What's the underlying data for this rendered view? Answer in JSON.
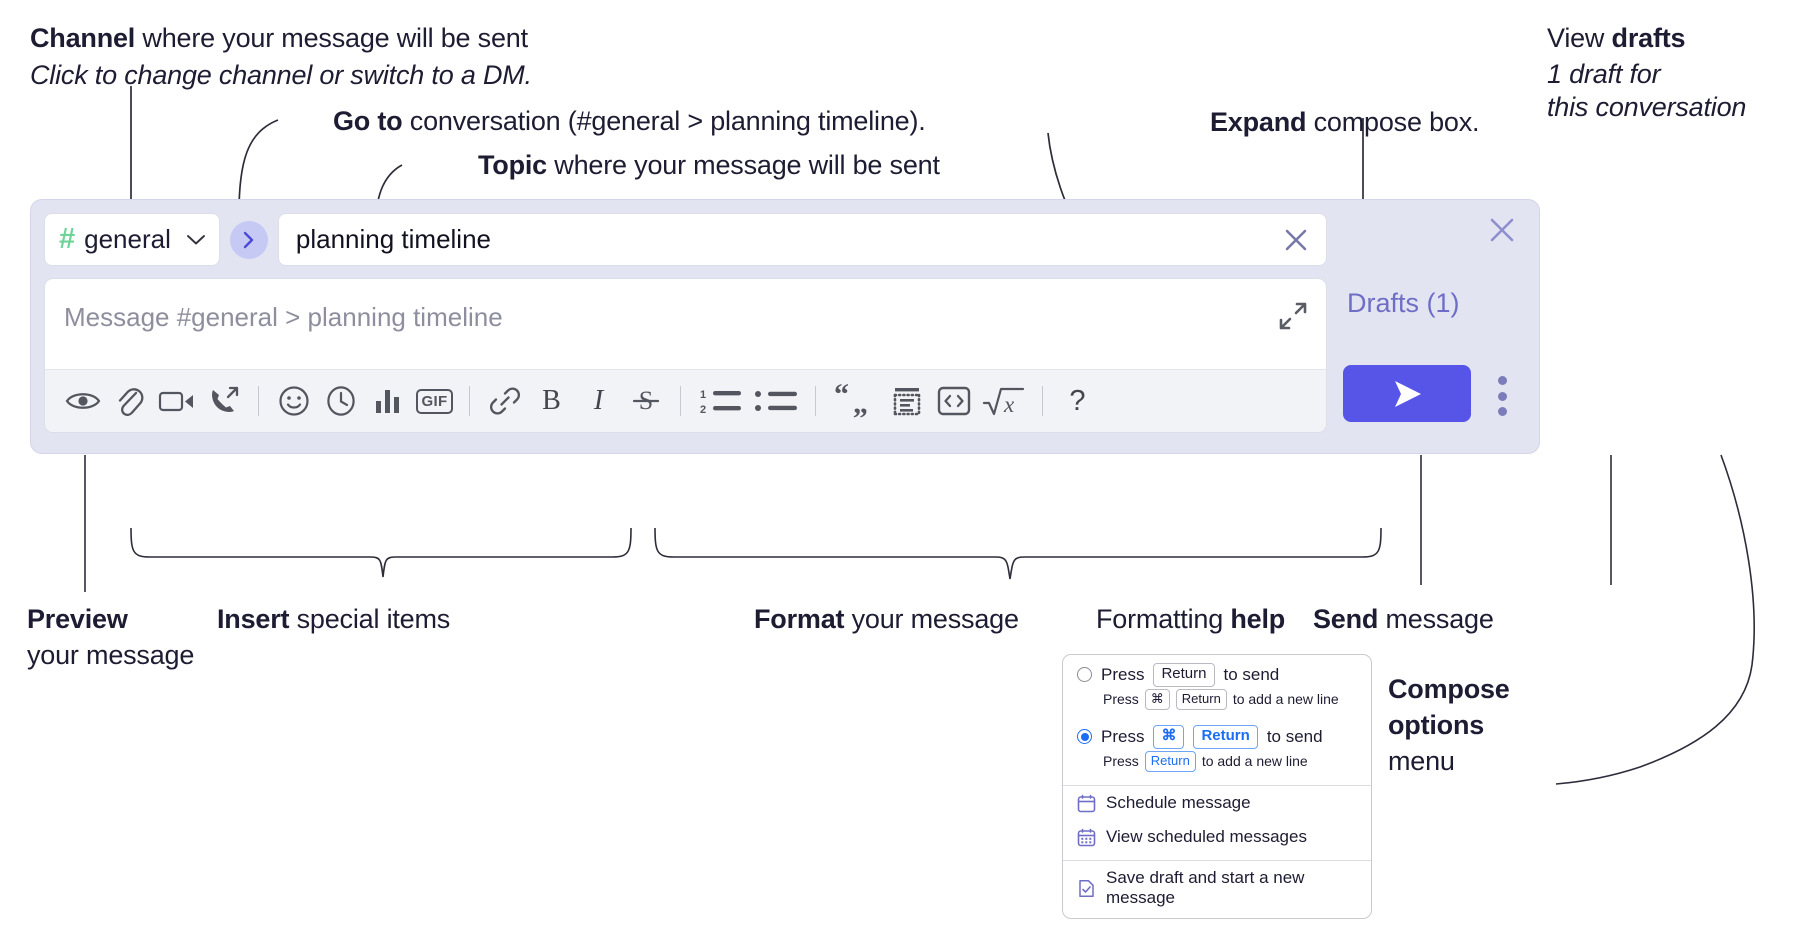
{
  "annotations": {
    "channel": {
      "bold": "Channel",
      "rest": " where your message will be sent",
      "italic": "Click to change channel or switch to a DM."
    },
    "goto": {
      "bold": "Go to",
      "rest": " conversation (#general > planning timeline)."
    },
    "topic": {
      "bold": "Topic",
      "rest": " where your message will be sent"
    },
    "expand": {
      "bold": "Expand",
      "rest": " compose box."
    },
    "drafts": {
      "bold_prefix": "View ",
      "bold": "drafts",
      "italic_line1": "1 draft for",
      "italic_line2": "this conversation"
    },
    "preview": {
      "bold": "Preview",
      "line2": "your message"
    },
    "insert": {
      "bold": "Insert",
      "rest": " special items"
    },
    "format": {
      "bold": "Format",
      "rest": " your message"
    },
    "help": {
      "prefix": "Formatting ",
      "bold": "help"
    },
    "send": {
      "bold": "Send",
      "rest": " message"
    },
    "compose_options": {
      "line1": "Compose",
      "line2": "options",
      "line3": "menu"
    }
  },
  "compose": {
    "channel": {
      "hash": "#",
      "name": "general",
      "chevron_icon": "chevron-down-icon"
    },
    "goto_icon": "chevron-right-icon",
    "topic": {
      "value": "planning timeline",
      "clear_icon": "close-icon"
    },
    "message": {
      "placeholder": "Message #general > planning timeline",
      "expand_icon": "expand-icon"
    },
    "drafts_label": "Drafts (1)",
    "close_icon": "close-icon",
    "send_icon": "send-icon",
    "more_icon": "more-vertical-icon",
    "toolbar": [
      {
        "name": "preview-icon",
        "label": "Preview"
      },
      {
        "name": "attachment-icon",
        "label": "Attach"
      },
      {
        "name": "video-icon",
        "label": "Video clip"
      },
      {
        "name": "audio-call-icon",
        "label": "Audio clip"
      },
      {
        "sep": true
      },
      {
        "name": "emoji-icon",
        "label": "Emoji"
      },
      {
        "name": "clock-icon",
        "label": "Reminder"
      },
      {
        "name": "poll-icon",
        "label": "Poll"
      },
      {
        "name": "gif-icon",
        "label": "GIF"
      },
      {
        "sep": true
      },
      {
        "name": "link-icon",
        "label": "Link"
      },
      {
        "name": "bold-icon",
        "label": "B"
      },
      {
        "name": "italic-icon",
        "label": "I"
      },
      {
        "name": "strikethrough-icon",
        "label": "S"
      },
      {
        "sep": true
      },
      {
        "name": "ordered-list-icon",
        "label": "Ordered list"
      },
      {
        "name": "bulleted-list-icon",
        "label": "Bulleted list"
      },
      {
        "sep": true
      },
      {
        "name": "blockquote-icon",
        "label": "Blockquote"
      },
      {
        "name": "code-block-icon",
        "label": "Code block"
      },
      {
        "name": "code-icon",
        "label": "Code"
      },
      {
        "name": "math-icon",
        "label": "Math"
      },
      {
        "sep": true
      },
      {
        "name": "help-icon",
        "label": "?"
      }
    ]
  },
  "menu": {
    "options": [
      {
        "selected": false,
        "main": {
          "pre": "Press",
          "key": "Return",
          "post": "to send"
        },
        "sub": {
          "pre": "Press",
          "key1": "⌘",
          "key2": "Return",
          "post": "to add a new line"
        }
      },
      {
        "selected": true,
        "main": {
          "pre": "Press",
          "key1": "⌘",
          "key2": "Return",
          "post": "to send"
        },
        "sub": {
          "pre": "Press",
          "key": "Return",
          "post": "to add a new line"
        }
      }
    ],
    "items": [
      {
        "icon": "calendar-icon",
        "label": "Schedule message"
      },
      {
        "icon": "calendar-grid-icon",
        "label": "View scheduled messages"
      },
      {
        "icon": "save-draft-icon",
        "label": "Save draft and start a new message",
        "divider_before": true
      }
    ]
  },
  "colors": {
    "panel_bg": "#e3e4f1",
    "accent_send": "#5655e8",
    "drafts_text": "#6f6ec6",
    "hash_green": "#6fd39a",
    "goto_circle": "#c6c9f4",
    "key_blue": "#1b6ef3"
  }
}
